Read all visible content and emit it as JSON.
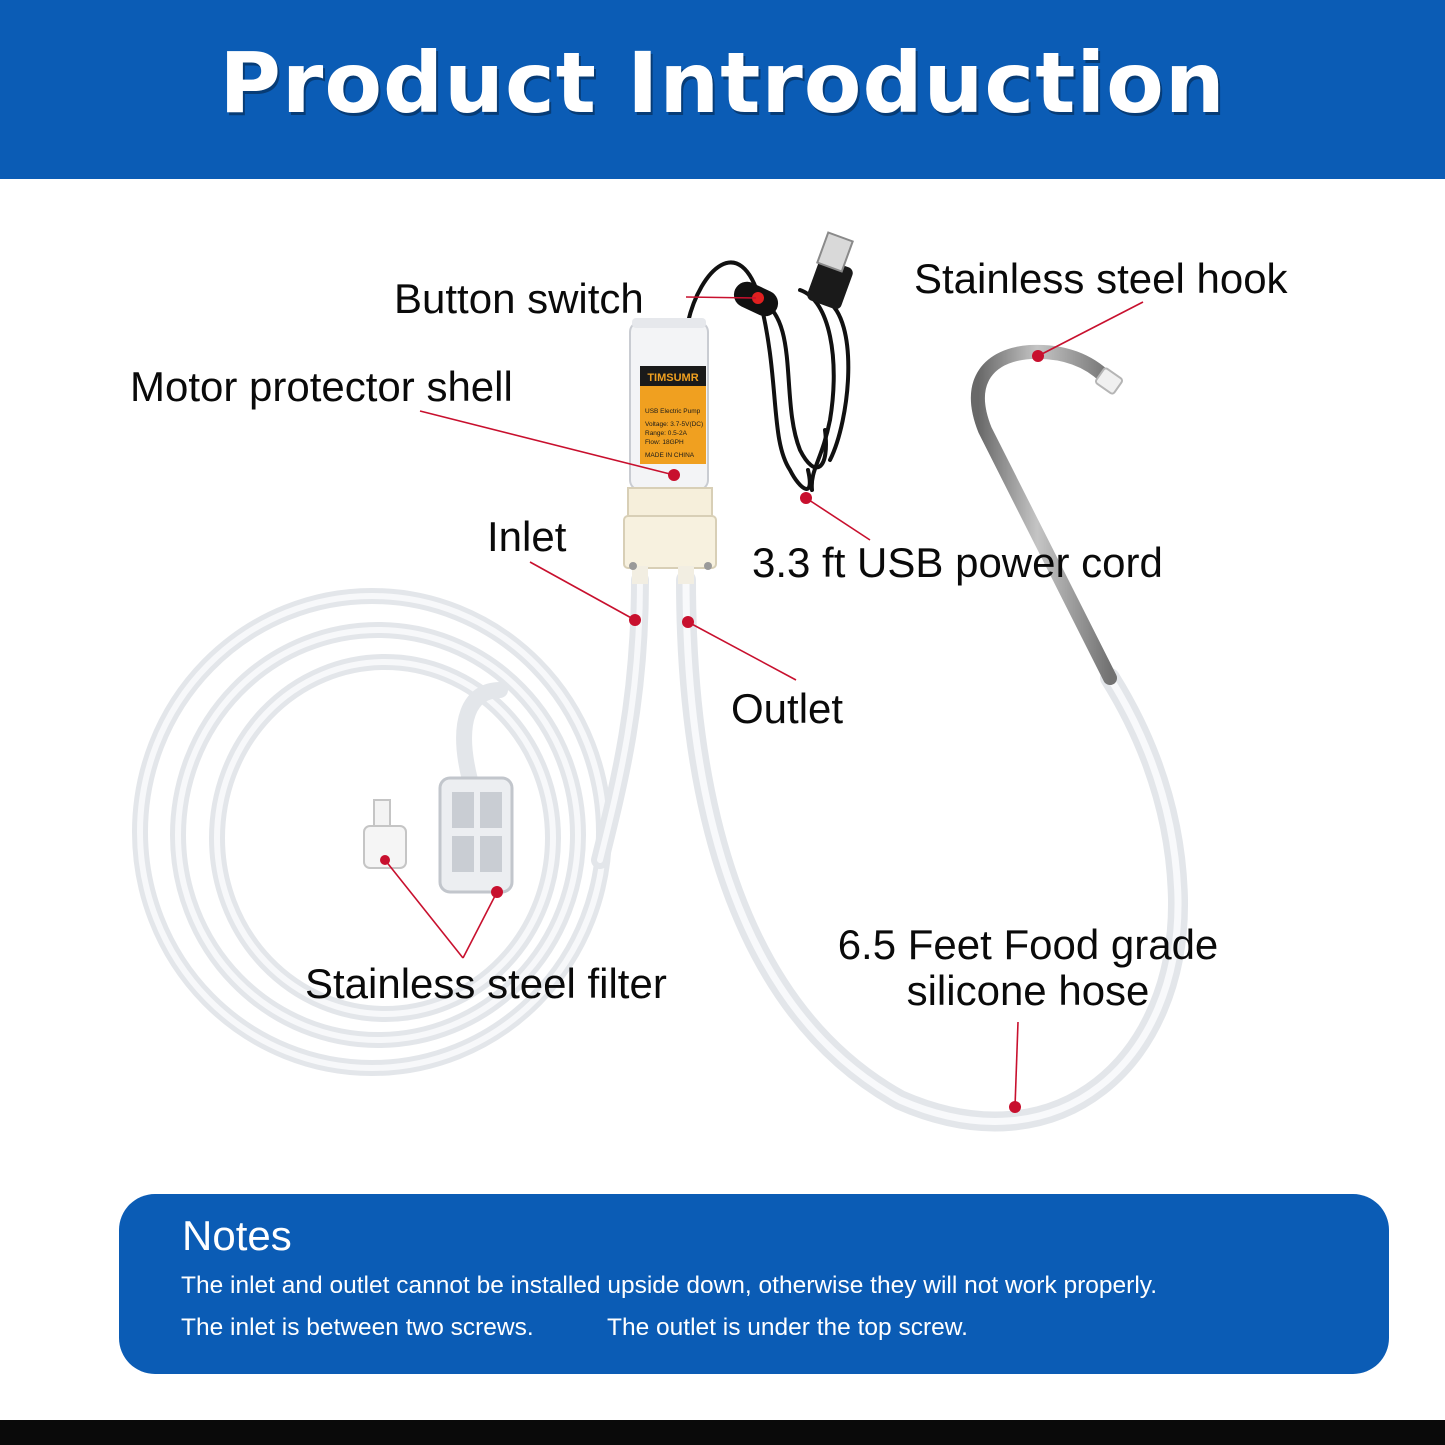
{
  "header": {
    "title": "Product Introduction"
  },
  "pump": {
    "brand": "TIMSUMR",
    "spec_lines": [
      "USB Electric Pump",
      "Voltage: 3.7-5V(DC)",
      "Range: 0.5-2A",
      "Flow: 18GPH",
      "MADE IN CHINA"
    ]
  },
  "labels": {
    "button_switch": "Button switch",
    "motor_shell": "Motor protector shell",
    "inlet": "Inlet",
    "outlet": "Outlet",
    "usb_cord": "3.3 ft USB power cord",
    "hook": "Stainless steel hook",
    "filter": "Stainless steel filter",
    "hose_line1": "6.5 Feet Food grade",
    "hose_line2": "silicone hose"
  },
  "notes": {
    "title": "Notes",
    "line1": "The inlet and outlet cannot be installed upside down, otherwise they will not work properly.",
    "line2a": "The inlet is between two screws.",
    "line2b": "The outlet is under the top screw."
  },
  "colors": {
    "brand_blue": "#0b5cb5",
    "leader_red": "#c8102e",
    "label_orange": "#f0a020"
  }
}
